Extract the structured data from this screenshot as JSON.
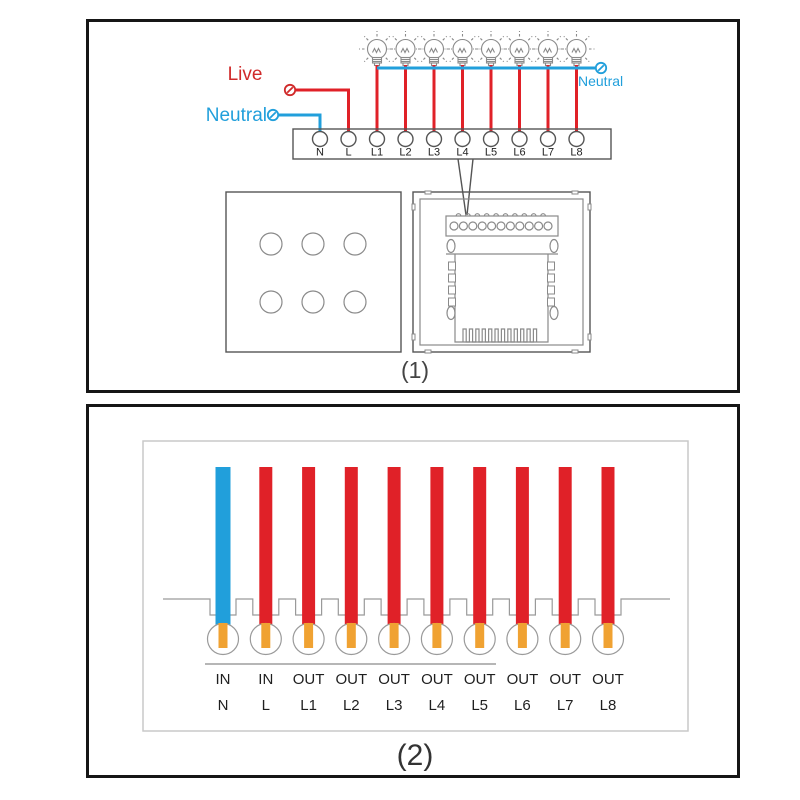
{
  "diagram": {
    "panel1": {
      "caption": "(1)",
      "labels": {
        "live": "Live",
        "neutral_left": "Neutral",
        "neutral_right": "Neutral"
      },
      "terminal_labels": [
        "N",
        "L",
        "L1",
        "L2",
        "L3",
        "L4",
        "L5",
        "L6",
        "L7",
        "L8"
      ],
      "bulb_count": 8,
      "touch_button_count": 6
    },
    "panel2": {
      "caption": "(2)",
      "terminals": [
        {
          "io": "IN",
          "label": "N",
          "wire": "blue"
        },
        {
          "io": "IN",
          "label": "L",
          "wire": "red"
        },
        {
          "io": "OUT",
          "label": "L1",
          "wire": "red"
        },
        {
          "io": "OUT",
          "label": "L2",
          "wire": "red"
        },
        {
          "io": "OUT",
          "label": "L3",
          "wire": "red"
        },
        {
          "io": "OUT",
          "label": "L4",
          "wire": "red"
        },
        {
          "io": "OUT",
          "label": "L5",
          "wire": "red"
        },
        {
          "io": "OUT",
          "label": "L6",
          "wire": "red"
        },
        {
          "io": "OUT",
          "label": "L7",
          "wire": "red"
        },
        {
          "io": "OUT",
          "label": "L8",
          "wire": "red"
        }
      ]
    },
    "colors": {
      "live_red": "#e02128",
      "neutral_blue": "#219fdb",
      "copper_orange": "#f0a232",
      "outline_gray": "#8a8a8a"
    }
  }
}
